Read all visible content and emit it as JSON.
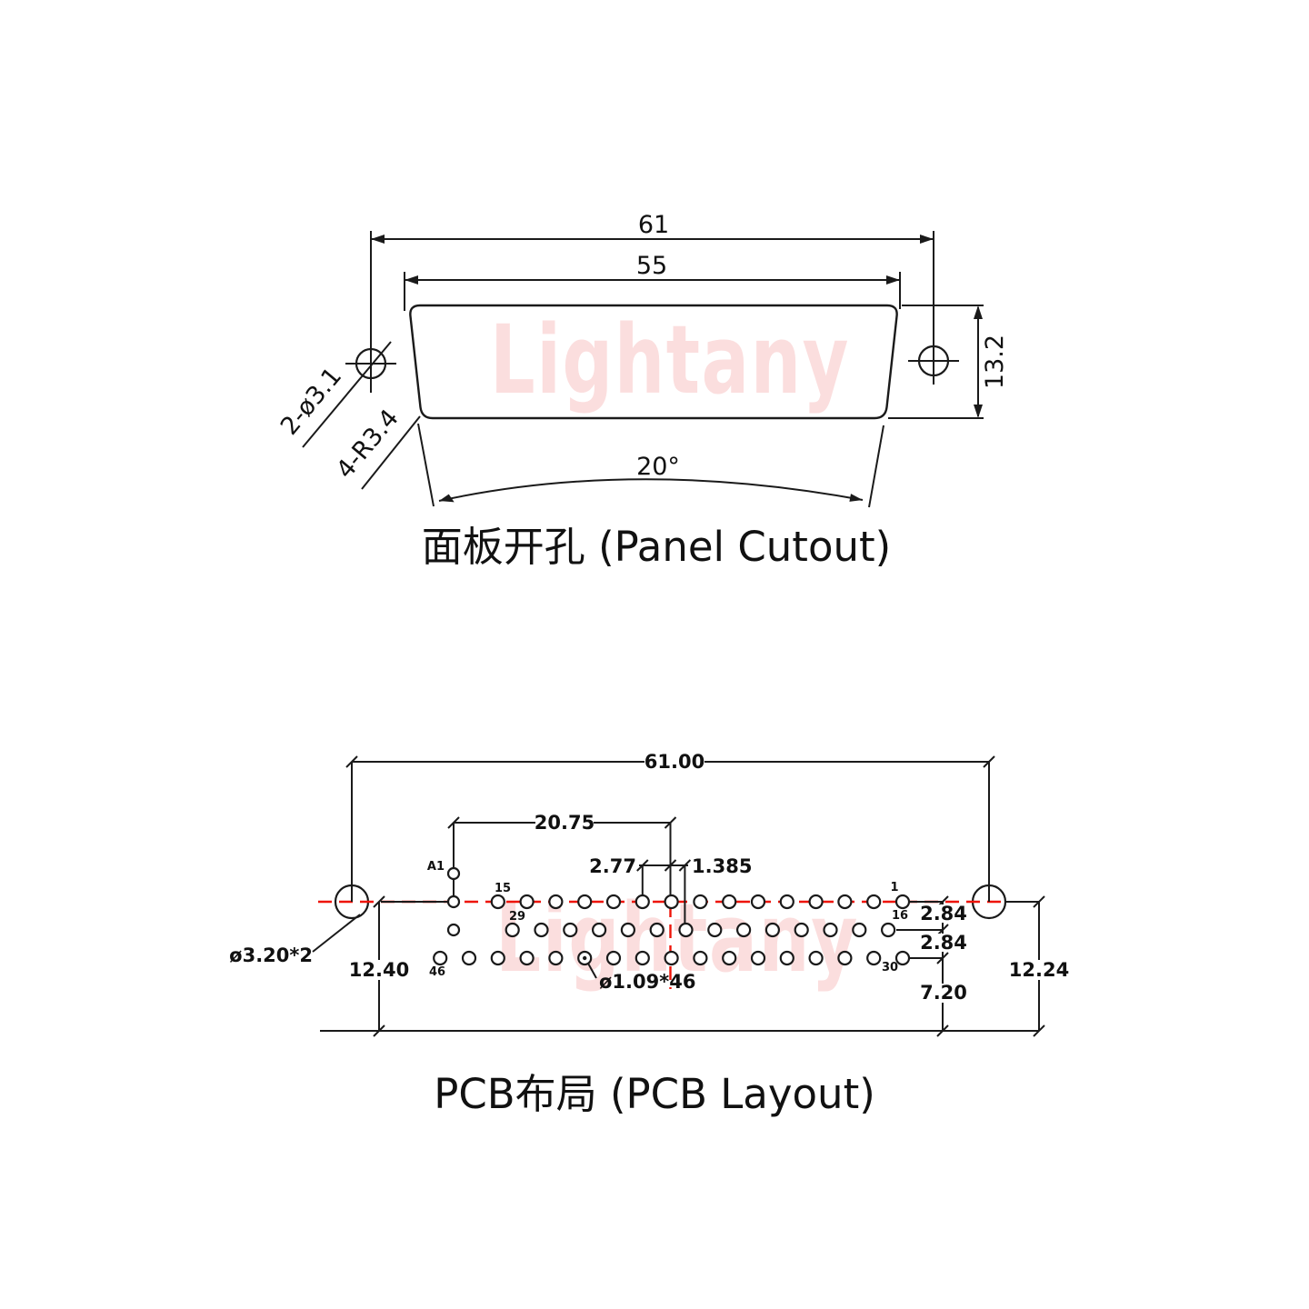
{
  "watermark": {
    "text": "Lightany",
    "color": "#fbdede"
  },
  "colors": {
    "line": "#1a1a1a",
    "centerline": "#ee1408"
  },
  "panel_cutout": {
    "title": "面板开孔 (Panel Cutout)",
    "dim_outer_width": "61",
    "dim_inner_width": "55",
    "dim_height": "13.2",
    "dim_angle": "20°",
    "label_mount_holes": "2-ø3.1",
    "label_corner_radius": "4-R3.4"
  },
  "pcb_layout": {
    "title": "PCB布局 (PCB Layout)",
    "dim_total_width": "61.00",
    "dim_a1_offset": "20.75",
    "dim_pin_pitch": "2.77",
    "dim_half_pitch": "1.385",
    "dim_row_gap_top": "2.84",
    "dim_row_gap_bottom": "2.84",
    "dim_row3_to_edge": "7.20",
    "dim_left_height": "12.40",
    "dim_right_height": "12.24",
    "label_mount_hole": "ø3.20*2",
    "label_pin_holes": "ø1.09*46",
    "pin_labels": {
      "a1": "A1",
      "row1_left": "15",
      "row1_right": "1",
      "row2_left": "29",
      "row2_right": "16",
      "row3_left": "46",
      "row3_right": "30"
    },
    "rows": [
      {
        "row": 1,
        "start": 1,
        "end": 15
      },
      {
        "row": 2,
        "start": 16,
        "end": 29
      },
      {
        "row": 3,
        "start": 30,
        "end": 46
      }
    ],
    "dotted_pin": 41
  }
}
